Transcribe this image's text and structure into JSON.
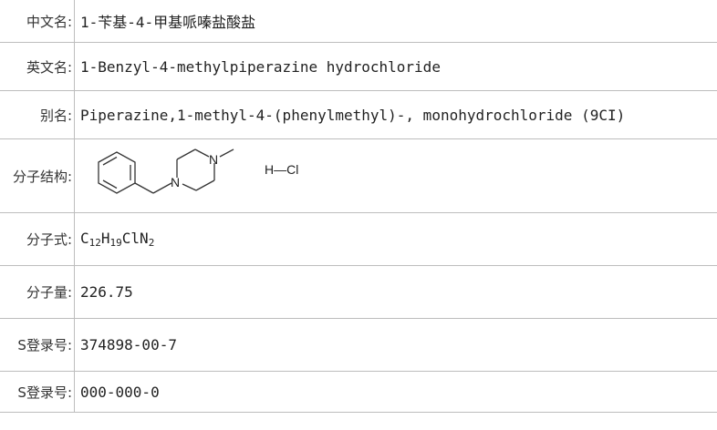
{
  "rows": {
    "chinese_name": {
      "label": "中文名:",
      "value": "1-苄基-4-甲基哌嗪盐酸盐"
    },
    "english_name": {
      "label": "英文名:",
      "value": "1-Benzyl-4-methylpiperazine hydrochloride"
    },
    "alias": {
      "label": "别名:",
      "value": "Piperazine,1-methyl-4-(phenylmethyl)-, monohydrochloride (9CI)"
    },
    "structure": {
      "label": "分子结构:",
      "atom_n1": "N",
      "atom_n2": "N",
      "hcl": "H—Cl"
    },
    "formula": {
      "label": "分子式:",
      "parts": {
        "c": "C",
        "c_n": "12",
        "h": "H",
        "h_n": "19",
        "cl": "Cl",
        "n": "N",
        "n_n": "2"
      }
    },
    "molecular_weight": {
      "label": "分子量:",
      "value": "226.75"
    },
    "cas_number": {
      "label": "S登录号:",
      "value": "374898-00-7"
    },
    "einecs_number": {
      "label": "S登录号:",
      "value": "000-000-0"
    }
  }
}
